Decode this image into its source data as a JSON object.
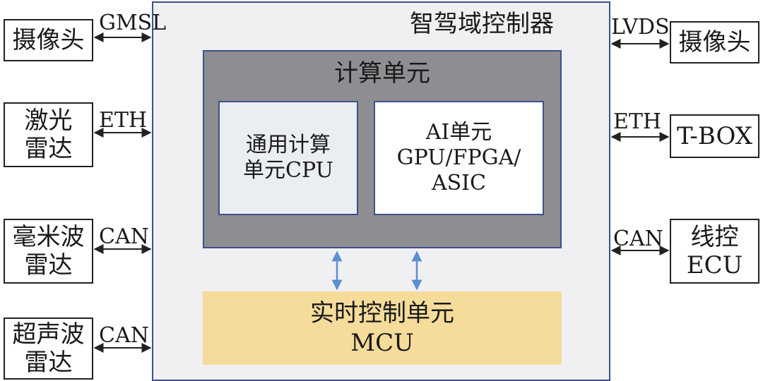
{
  "controller": {
    "title": "智驾域控制器"
  },
  "compute_unit": {
    "title": "计算单元"
  },
  "cpu_unit": {
    "line1": "通用计算",
    "line2": "单元CPU"
  },
  "ai_unit": {
    "line1": "AI单元",
    "line2": "GPU/FPGA/",
    "line3": "ASIC"
  },
  "mcu_unit": {
    "line1": "实时控制单元",
    "line2": "MCU"
  },
  "left_devices": [
    {
      "name": "摄像头",
      "name2": "",
      "link": "GMSL"
    },
    {
      "name": "激光",
      "name2": "雷达",
      "link": "ETH"
    },
    {
      "name": "毫米波",
      "name2": "雷达",
      "link": "CAN"
    },
    {
      "name": "超声波",
      "name2": "雷达",
      "link": "CAN"
    }
  ],
  "right_devices": [
    {
      "name": "摄像头",
      "name2": "",
      "link": "LVDS"
    },
    {
      "name": "T-BOX",
      "name2": "",
      "link": "ETH"
    },
    {
      "name": "线控",
      "name2": "ECU",
      "link": "CAN"
    }
  ],
  "colors": {
    "border_blue": "#3d4f8c",
    "compute_gray": "#8e8e92",
    "mcu_yellow": "#f5dc9b",
    "arrow_blue": "#5b8fd1"
  }
}
